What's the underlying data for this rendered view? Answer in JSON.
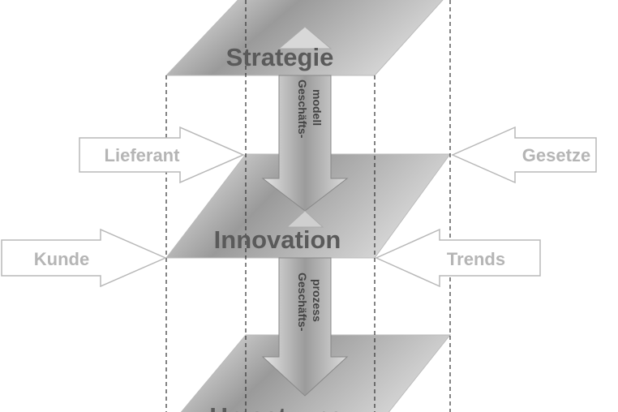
{
  "layers": {
    "top": "Strategie",
    "middle": "Innovation",
    "bottom": "Umsetzung"
  },
  "flows": {
    "upper_line1": "Geschäfts-",
    "upper_line2": "modell",
    "lower_line1": "Geschäfts-",
    "lower_line2": "prozess"
  },
  "influences": {
    "left_upper": "Lieferant",
    "right_upper": "Gesetze",
    "left_lower": "Kunde",
    "right_lower": "Trends"
  },
  "colors": {
    "plane_dark": "#8c8c8c",
    "plane_light": "#f2f2f2",
    "arrow_outline": "#b8b8b8",
    "text_light": "#b5b5b5",
    "text_dark": "#5a5a5a"
  }
}
